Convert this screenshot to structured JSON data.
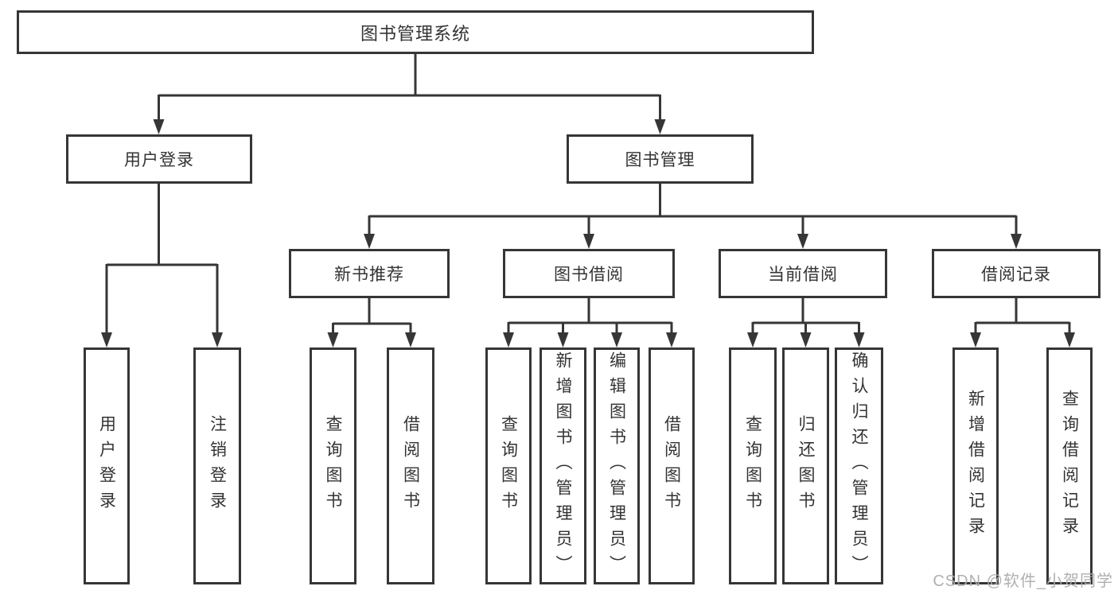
{
  "colors": {
    "background": "#ffffff",
    "line": "#363636",
    "box_border": "#363636",
    "box_fill": "#ffffff",
    "text": "#333333",
    "watermark": "#acacac"
  },
  "watermark": {
    "text": "CSDN @软件_小贺同学"
  },
  "tree": {
    "root": {
      "label": "图书管理系统"
    },
    "branches": [
      {
        "label": "用户登录",
        "children": [
          "用户登录",
          "注销登录"
        ]
      },
      {
        "label": "图书管理",
        "groups": [
          {
            "label": "新书推荐",
            "children": [
              "查询图书",
              "借阅图书"
            ]
          },
          {
            "label": "图书借阅",
            "children": [
              "查询图书",
              "新增图书（管理员）",
              "编辑图书（管理员）",
              "借阅图书"
            ]
          },
          {
            "label": "当前借阅",
            "children": [
              "查询图书",
              "归还图书",
              "确认归还（管理员）"
            ]
          },
          {
            "label": "借阅记录",
            "children": [
              "新增借阅记录",
              "查询借阅记录"
            ]
          }
        ]
      }
    ]
  }
}
